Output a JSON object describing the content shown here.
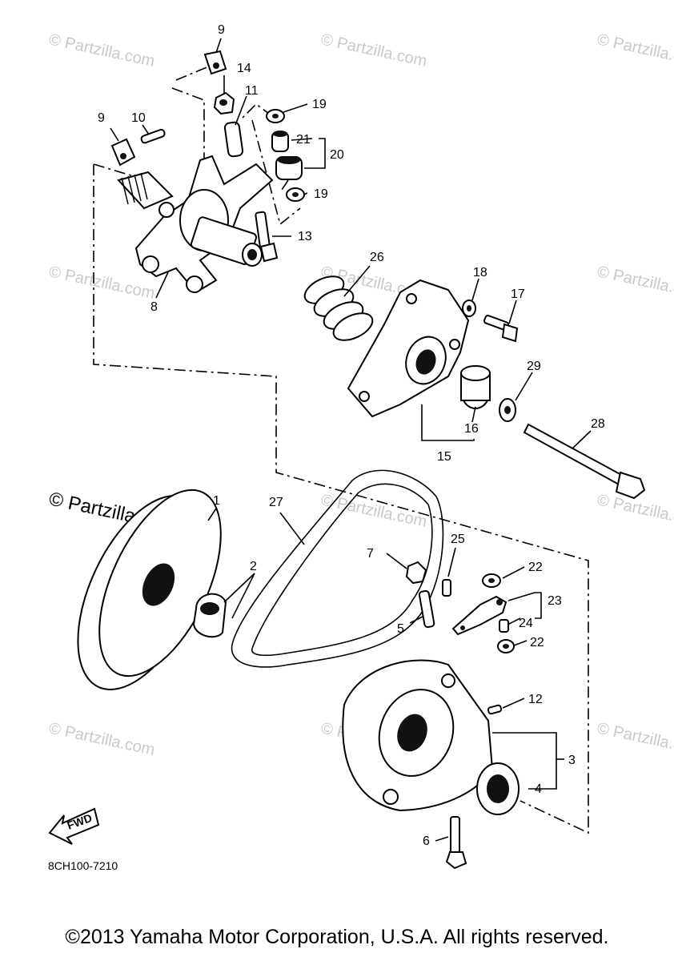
{
  "watermark": "© Partzilla.com",
  "diagram_code": "8CH100-7210",
  "fwd_label": "FWD",
  "copyright": "©2013  Yamaha Motor Corporation, U.S.A. All rights reserved.",
  "callouts": [
    {
      "id": "9a",
      "text": "9"
    },
    {
      "id": "14",
      "text": "14"
    },
    {
      "id": "11",
      "text": "11"
    },
    {
      "id": "19a",
      "text": "19"
    },
    {
      "id": "9b",
      "text": "9"
    },
    {
      "id": "10",
      "text": "10"
    },
    {
      "id": "21",
      "text": "21"
    },
    {
      "id": "20",
      "text": "20"
    },
    {
      "id": "19b",
      "text": "19"
    },
    {
      "id": "13",
      "text": "13"
    },
    {
      "id": "8",
      "text": "8"
    },
    {
      "id": "26",
      "text": "26"
    },
    {
      "id": "18",
      "text": "18"
    },
    {
      "id": "17",
      "text": "17"
    },
    {
      "id": "29",
      "text": "29"
    },
    {
      "id": "16",
      "text": "16"
    },
    {
      "id": "15",
      "text": "15"
    },
    {
      "id": "28",
      "text": "28"
    },
    {
      "id": "1",
      "text": "1"
    },
    {
      "id": "27",
      "text": "27"
    },
    {
      "id": "25",
      "text": "25"
    },
    {
      "id": "7",
      "text": "7"
    },
    {
      "id": "2",
      "text": "2"
    },
    {
      "id": "22a",
      "text": "22"
    },
    {
      "id": "23",
      "text": "23"
    },
    {
      "id": "5",
      "text": "5"
    },
    {
      "id": "24",
      "text": "24"
    },
    {
      "id": "22b",
      "text": "22"
    },
    {
      "id": "12",
      "text": "12"
    },
    {
      "id": "3",
      "text": "3"
    },
    {
      "id": "4",
      "text": "4"
    },
    {
      "id": "6",
      "text": "6"
    }
  ]
}
